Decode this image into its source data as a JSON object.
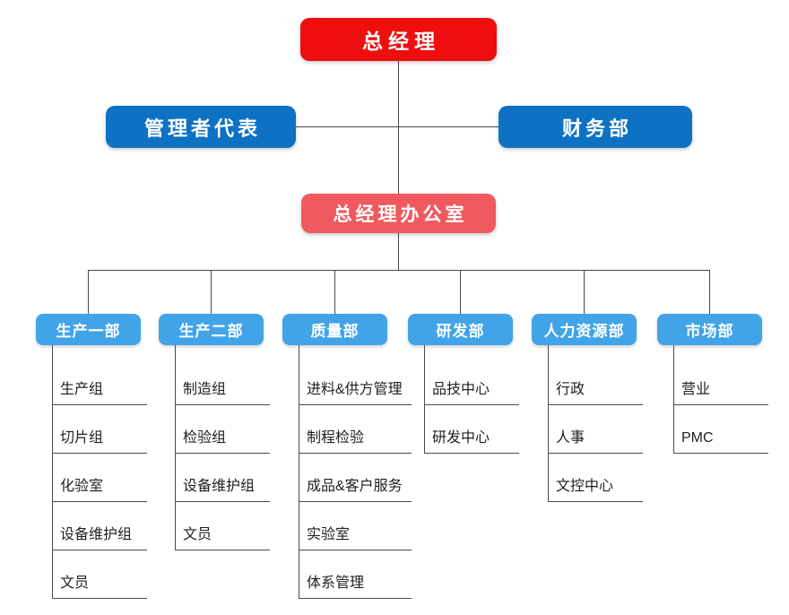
{
  "colors": {
    "red": "#ee0e0e",
    "dark_blue": "#0e72c4",
    "salmon": "#ef5a5e",
    "light_blue": "#41a4e9",
    "line": "#4a4a4a",
    "text": "#1f1f1f"
  },
  "org": {
    "root": "总经理",
    "management_rep": "管理者代表",
    "finance": "财务部",
    "gm_office": "总经理办公室",
    "departments": [
      {
        "label": "生产一部",
        "children": [
          "生产组",
          "切片组",
          "化验室",
          "设备维护组",
          "文员"
        ]
      },
      {
        "label": "生产二部",
        "children": [
          "制造组",
          "检验组",
          "设备维护组",
          "文员"
        ]
      },
      {
        "label": "质量部",
        "children": [
          "进料&供方管理",
          "制程检验",
          "成品&客户服务",
          "实验室",
          "体系管理"
        ]
      },
      {
        "label": "研发部",
        "children": [
          "品技中心",
          "研发中心"
        ]
      },
      {
        "label": "人力资源部",
        "children": [
          "行政",
          "人事",
          "文控中心"
        ]
      },
      {
        "label": "市场部",
        "children": [
          "营业",
          "PMC"
        ]
      }
    ]
  }
}
